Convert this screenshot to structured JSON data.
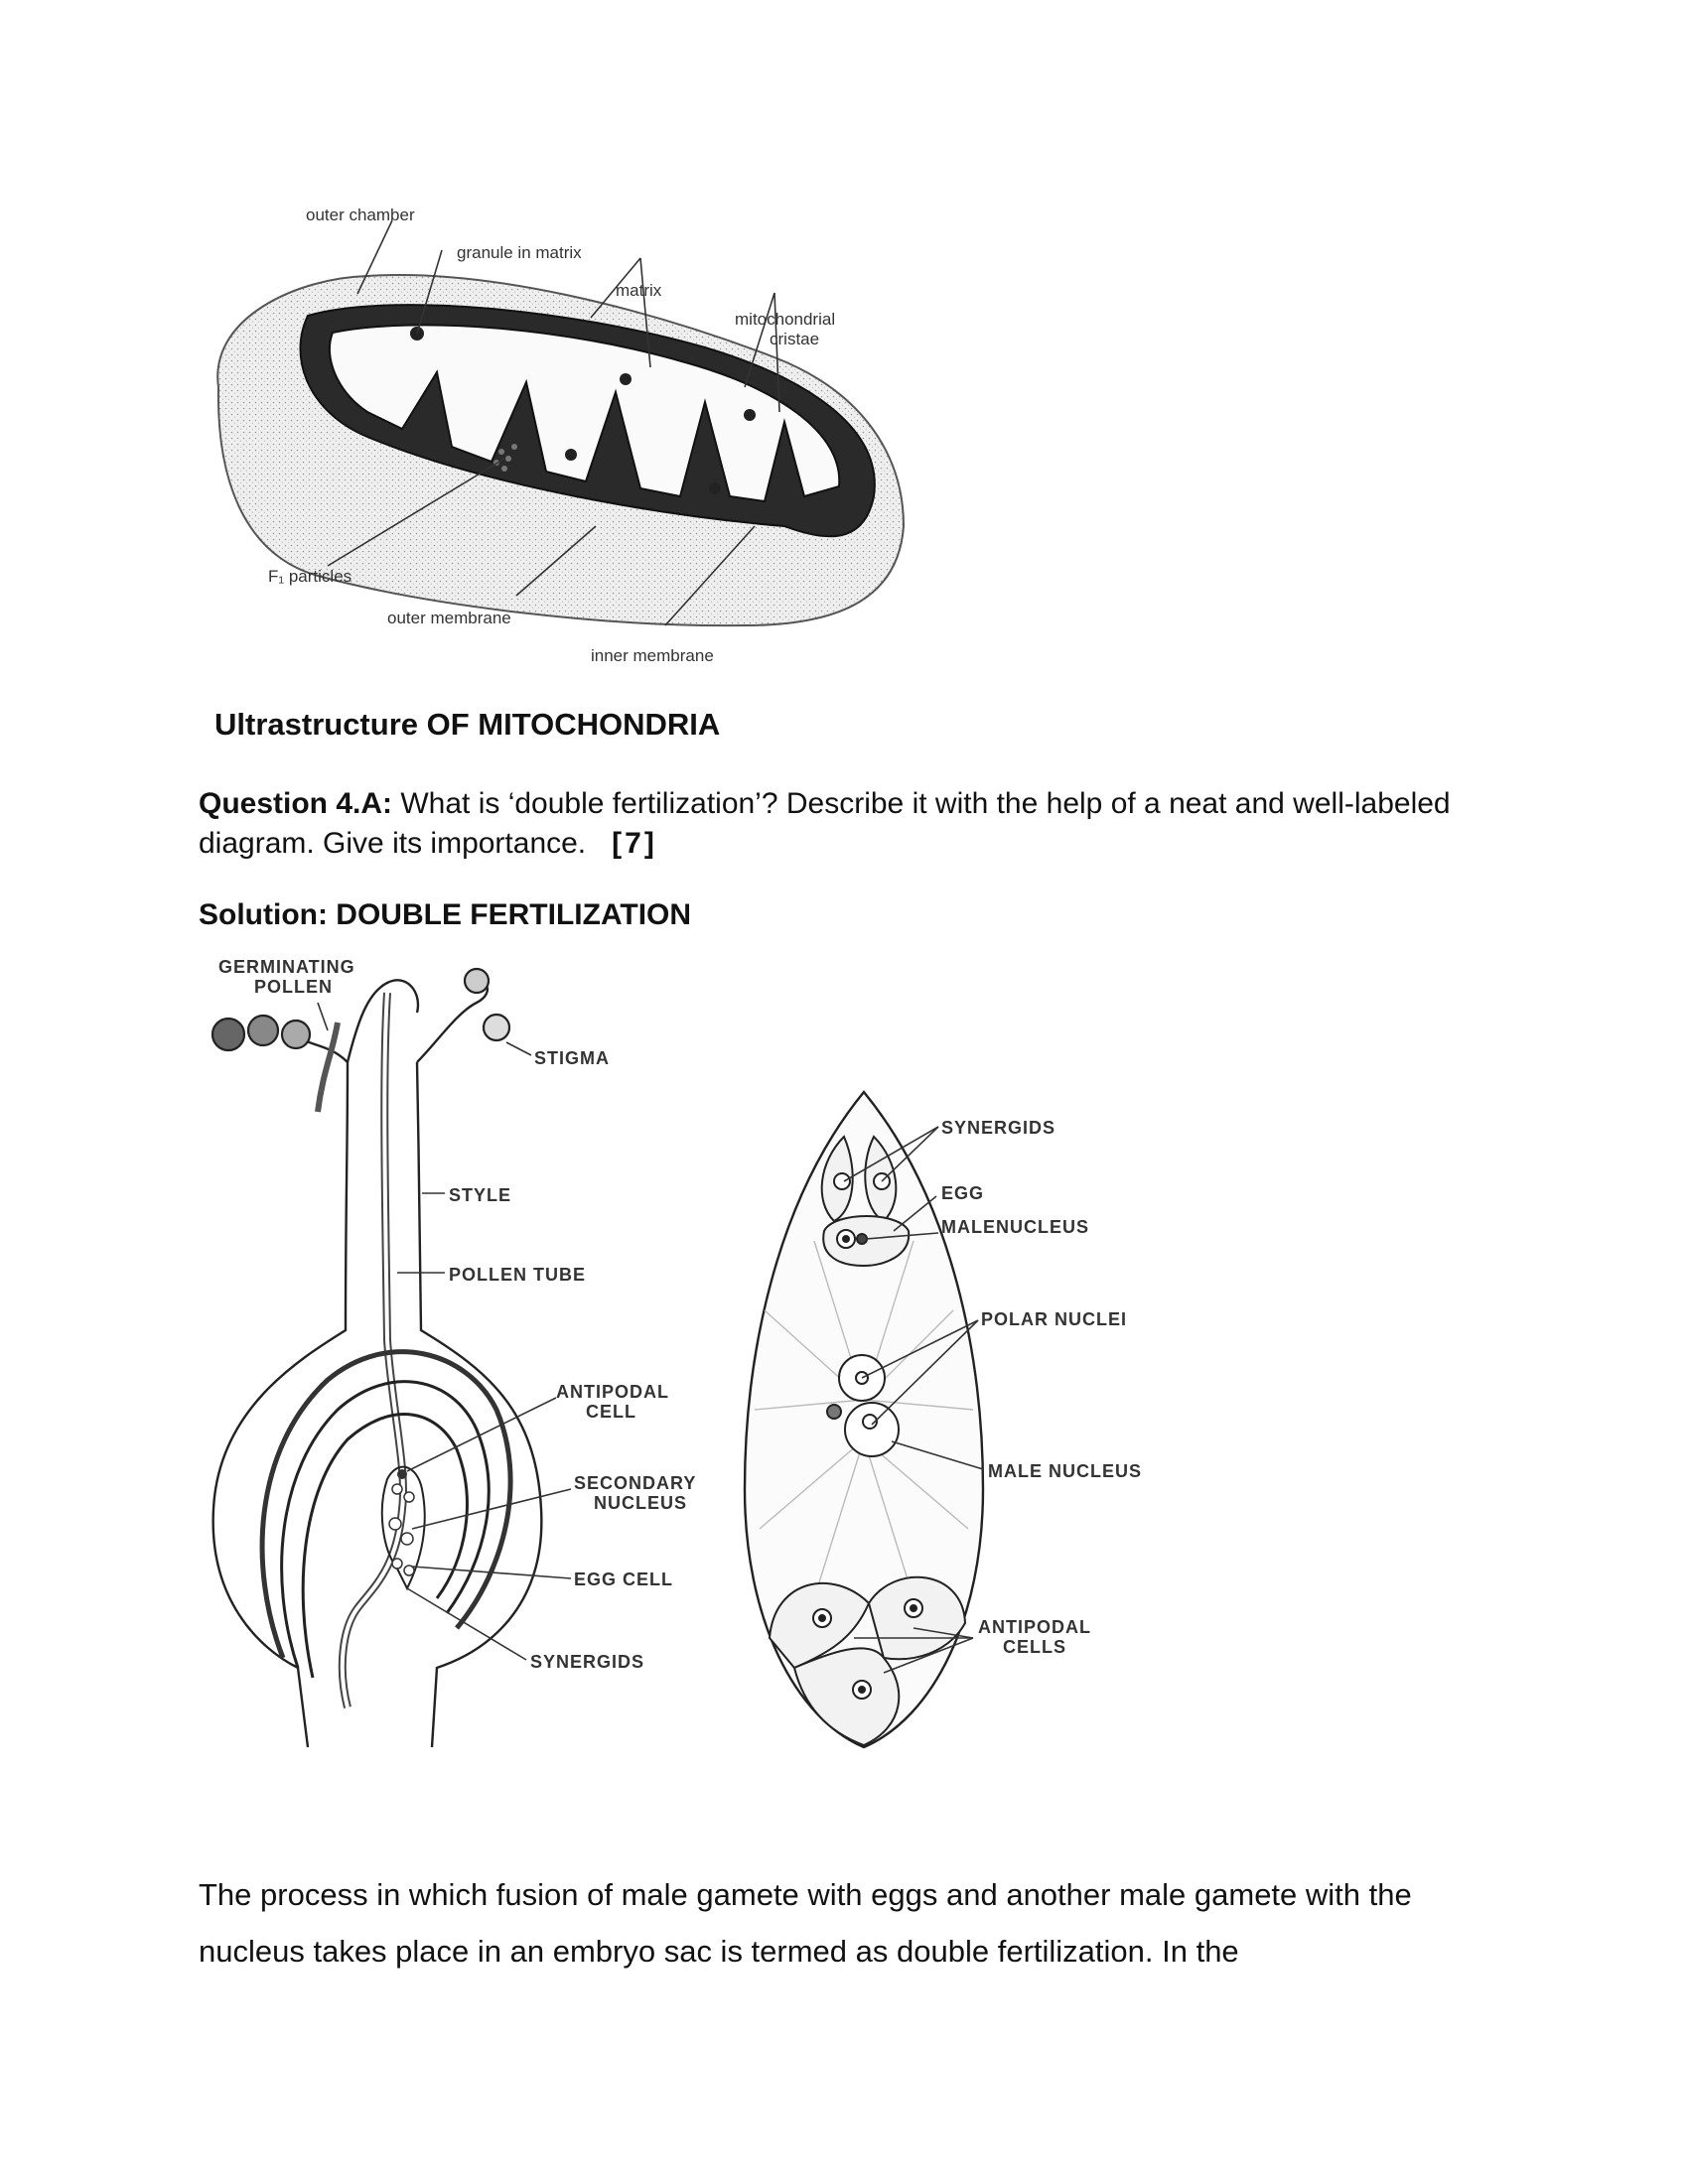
{
  "figure1": {
    "labels": {
      "outer_chamber": "outer chamber",
      "granule": "granule in matrix",
      "matrix": "matrix",
      "cristae_1": "mitochondrial",
      "cristae_2": "cristae",
      "f1": "F₁ particles",
      "outer_membrane": "outer membrane",
      "inner_membrane": "inner membrane"
    },
    "caption": "Ultrastructure OF MITOCHONDRIA"
  },
  "question": {
    "label": "Question 4.A:",
    "text": " What is ‘double fertilization’? Describe it with the help of a neat and well-labeled diagram. Give its importance.",
    "marks": "[7]"
  },
  "solution": {
    "text": "Solution:  DOUBLE FERTILIZATION"
  },
  "figure2": {
    "labels": {
      "germinating_1": "GERMINATING",
      "germinating_2": "POLLEN",
      "stigma": "STIGMA",
      "style": "STYLE",
      "pollen_tube": "POLLEN TUBE",
      "antipodal_1": "ANTIPODAL",
      "antipodal_2": "CELL",
      "secondary_1": "SECONDARY",
      "secondary_2": "NUCLEUS",
      "egg_cell": "EGG CELL",
      "synergids": "SYNERGIDS"
    }
  },
  "figure3": {
    "labels": {
      "synergids": "SYNERGIDS",
      "egg": "EGG",
      "male_nucleus_top": "MALENUCLEUS",
      "polar_nuclei": "POLAR NUCLEI",
      "male_nucleus": "MALE NUCLEUS",
      "antipodal_1": "ANTIPODAL",
      "antipodal_2": "CELLS"
    }
  },
  "paragraph": "The process in which fusion of male gamete with eggs and another male gamete with the nucleus takes place in an embryo sac is termed as double fertilization. In the"
}
